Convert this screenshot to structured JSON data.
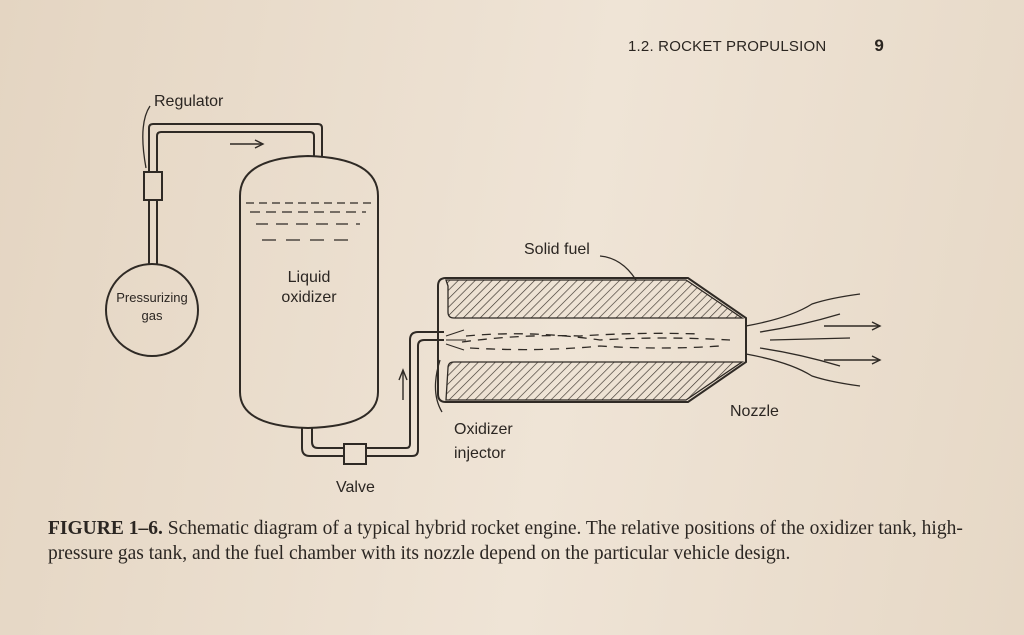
{
  "header": {
    "section": "1.2. ROCKET PROPULSION",
    "page_number": "9"
  },
  "diagram": {
    "labels": {
      "regulator": "Regulator",
      "pressurizing_gas_line1": "Pressurizing",
      "pressurizing_gas_line2": "gas",
      "liquid_oxidizer_line1": "Liquid",
      "liquid_oxidizer_line2": "oxidizer",
      "solid_fuel": "Solid fuel",
      "nozzle": "Nozzle",
      "oxidizer_injector_line1": "Oxidizer",
      "oxidizer_injector_line2": "injector",
      "valve": "Valve"
    }
  },
  "caption": {
    "figure_label": "FIGURE 1–6.",
    "text": " Schematic diagram of a typical hybrid rocket engine. The relative positions of the oxidizer tank, high-pressure gas tank, and the fuel chamber with its nozzle depend on the particular vehicle design."
  },
  "colors": {
    "paper": "#ece0d0",
    "ink": "#2b2622"
  }
}
